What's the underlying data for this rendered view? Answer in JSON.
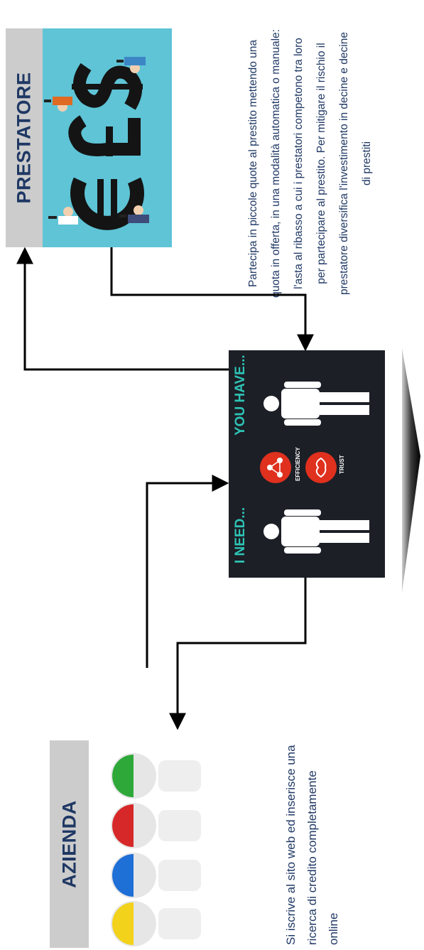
{
  "prestatore": {
    "label": "PRESTATORE",
    "description": "Partecipa in piccole quote al prestito mettendo una quota in offerta, in una modalità automatica o manuale: l'asta al ribasso a cui i prestatori competono tra loro per partecipare al prestito. Per mitigare il rischio il prestatore diversifica l'investimento in decine e decine di prestiti"
  },
  "panel": {
    "i_need": "I NEED...",
    "you_have": "YOU HAVE...",
    "efficiency": "EFFICIENCY",
    "trust": "TRUST",
    "accent_color": "#2ec4b6",
    "icon_color": "#e0301e"
  },
  "azienda": {
    "label": "AZIENDA",
    "description": "Si iscrive al sito web ed inserisce una ricerca di credito completamente online",
    "helmet_colors": [
      "#f2d21b",
      "#1e6fd6",
      "#d62828",
      "#2fa83a"
    ]
  }
}
